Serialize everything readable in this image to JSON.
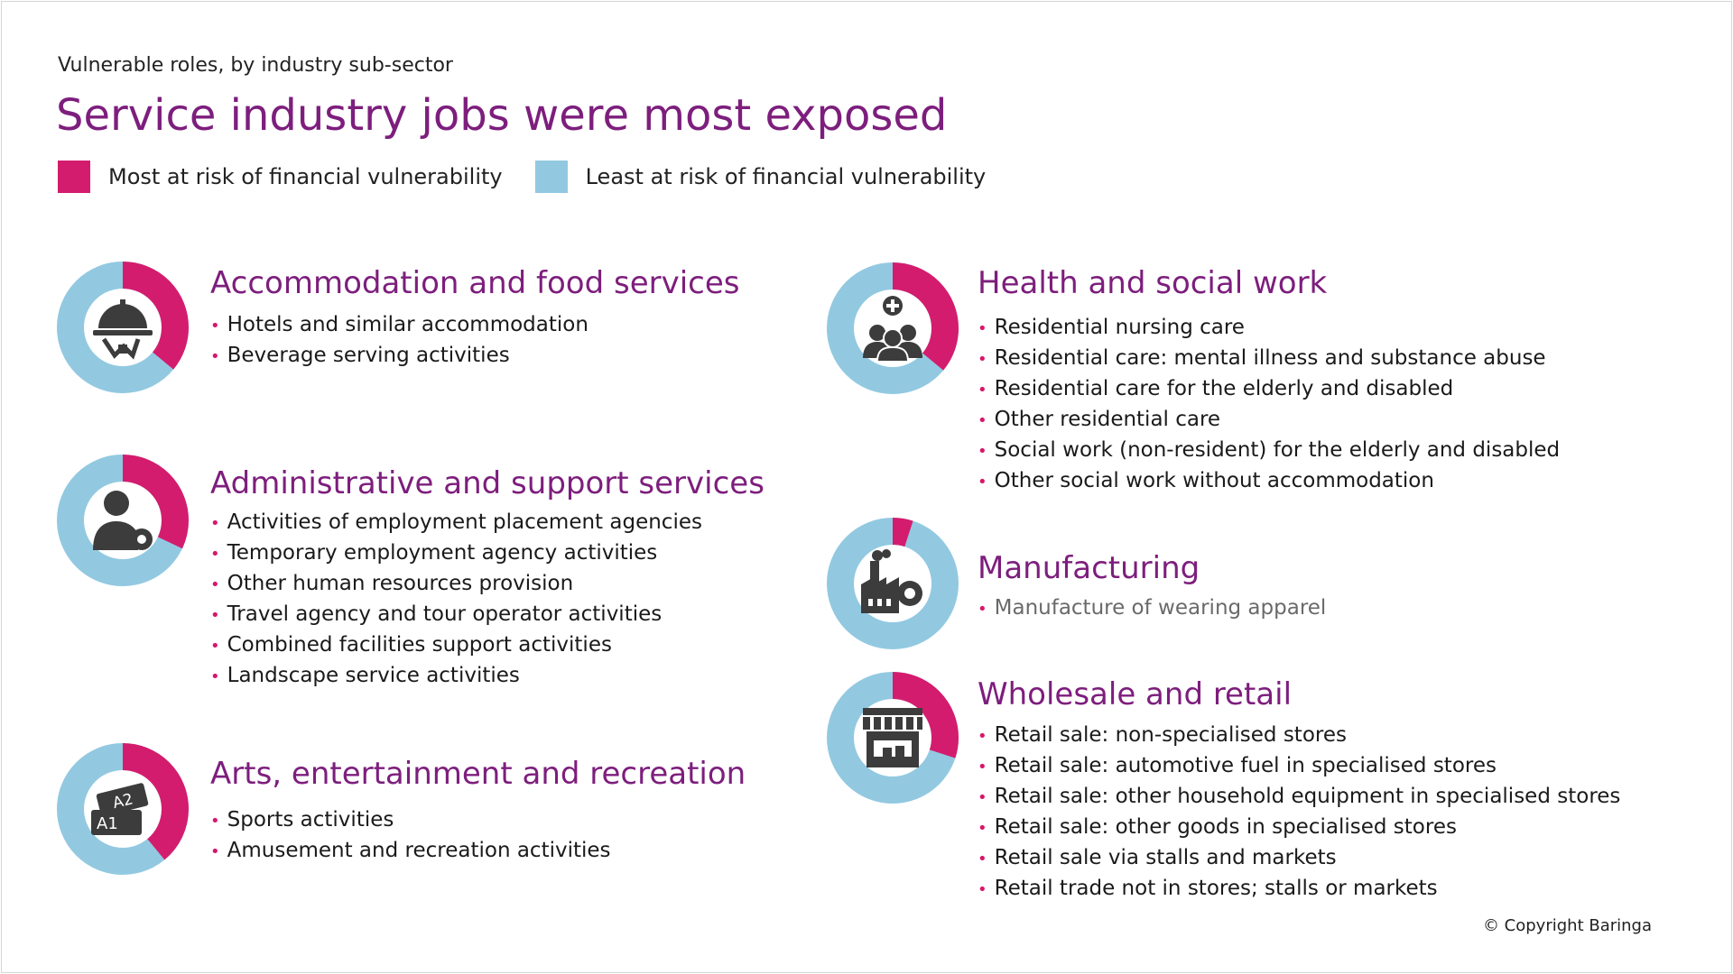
{
  "header": {
    "subtitle": "Vulnerable roles, by industry sub-sector",
    "title": "Service industry jobs were most exposed"
  },
  "legend": {
    "most": "Most at risk of financial vulnerability",
    "least": "Least at risk of financial vulnerability"
  },
  "colors": {
    "most": "#d41c6e",
    "least": "#92c9e1",
    "title": "#7d1e7d",
    "icon": "#3c3c3c"
  },
  "sectors": [
    {
      "title": "Accommodation and food services",
      "icon": "cloche-waiter-icon",
      "most_share": 0.36,
      "items": [
        "Hotels and similar accommodation",
        "Beverage serving activities"
      ]
    },
    {
      "title": "Administrative and support services",
      "icon": "person-gear-icon",
      "most_share": 0.32,
      "items": [
        "Activities of employment placement agencies",
        "Temporary employment agency activities",
        "Other human resources provision",
        "Travel agency and tour operator activities",
        "Combined facilities support activities",
        "Landscape service activities"
      ]
    },
    {
      "title": "Arts, entertainment and recreation",
      "icon": "tickets-icon",
      "most_share": 0.39,
      "items": [
        "Sports activities",
        "Amusement and recreation activities"
      ]
    },
    {
      "title": "Health and social work",
      "icon": "people-medical-icon",
      "most_share": 0.36,
      "items": [
        "Residential nursing care",
        "Residential care: mental illness and substance abuse",
        "Residential care for the elderly and disabled",
        "Other residential care",
        "Social work (non-resident) for the elderly and disabled",
        "Other social work without accommodation"
      ]
    },
    {
      "title": "Manufacturing",
      "icon": "factory-gear-icon",
      "most_share": 0.05,
      "items": [
        "Manufacture of wearing apparel"
      ]
    },
    {
      "title": "Wholesale and retail",
      "icon": "storefront-icon",
      "most_share": 0.3,
      "items": [
        "Retail sale: non-specialised stores",
        "Retail sale: automotive fuel in specialised stores",
        "Retail sale: other household equipment in specialised stores",
        "Retail sale: other goods in specialised stores",
        "Retail sale via stalls and markets",
        "Retail trade not in stores; stalls or markets"
      ]
    }
  ],
  "chart_data": {
    "type": "pie",
    "series": [
      {
        "name": "Most at risk of financial vulnerability",
        "values": [
          0.36,
          0.32,
          0.39,
          0.36,
          0.05,
          0.3
        ]
      },
      {
        "name": "Least at risk of financial vulnerability",
        "values": [
          0.64,
          0.68,
          0.61,
          0.64,
          0.95,
          0.7
        ]
      }
    ],
    "categories": [
      "Accommodation and food services",
      "Administrative and support services",
      "Arts, entertainment and recreation",
      "Health and social work",
      "Manufacturing",
      "Wholesale and retail"
    ]
  },
  "footer": {
    "copyright": "© Copyright Baringa"
  }
}
